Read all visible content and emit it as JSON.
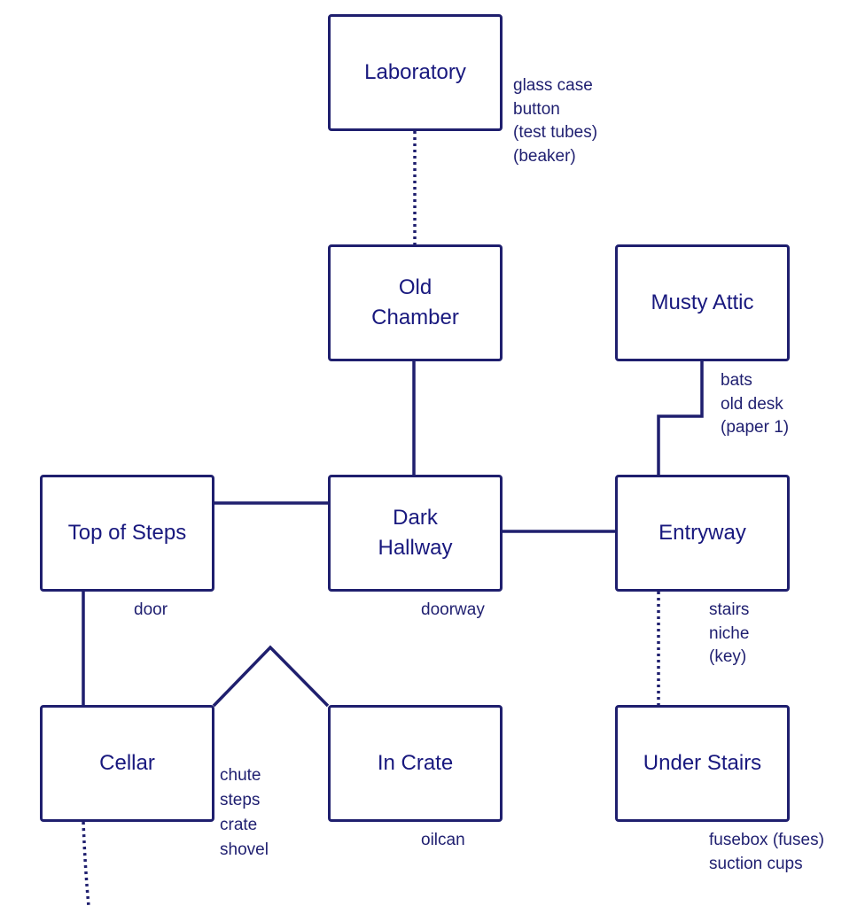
{
  "diagram": {
    "stroke_color": "#1f1f6e",
    "text_color": "#18187e",
    "rooms": [
      {
        "id": "laboratory",
        "label": "Laboratory"
      },
      {
        "id": "old-chamber",
        "label": "Old\nChamber"
      },
      {
        "id": "musty-attic",
        "label": "Musty Attic"
      },
      {
        "id": "top-of-steps",
        "label": "Top of Steps"
      },
      {
        "id": "dark-hallway",
        "label": "Dark\nHallway"
      },
      {
        "id": "entryway",
        "label": "Entryway"
      },
      {
        "id": "cellar",
        "label": "Cellar"
      },
      {
        "id": "in-crate",
        "label": "In Crate"
      },
      {
        "id": "under-stairs",
        "label": "Under Stairs"
      }
    ],
    "notes": {
      "laboratory": [
        "glass case",
        "button",
        "(test tubes)",
        "(beaker)"
      ],
      "musty_attic": [
        "bats",
        "old desk",
        "(paper 1)"
      ],
      "top_of_steps": [
        "door"
      ],
      "dark_hallway": [
        "doorway"
      ],
      "entryway": [
        "stairs",
        "niche",
        "(key)"
      ],
      "cellar": [
        "chute",
        "steps",
        "crate",
        "shovel"
      ],
      "in_crate": [
        "oilcan"
      ],
      "under_stairs": [
        "fusebox (fuses)",
        "suction cups"
      ]
    },
    "connections": [
      {
        "from": "laboratory",
        "to": "old-chamber",
        "style": "dotted"
      },
      {
        "from": "old-chamber",
        "to": "dark-hallway",
        "style": "solid"
      },
      {
        "from": "musty-attic",
        "to": "entryway",
        "style": "solid"
      },
      {
        "from": "top-of-steps",
        "to": "dark-hallway",
        "style": "solid"
      },
      {
        "from": "dark-hallway",
        "to": "entryway",
        "style": "solid"
      },
      {
        "from": "top-of-steps",
        "to": "cellar",
        "style": "solid"
      },
      {
        "from": "cellar",
        "to": "in-crate",
        "style": "solid"
      },
      {
        "from": "entryway",
        "to": "under-stairs",
        "style": "dotted"
      },
      {
        "from": "cellar",
        "to": "off-map",
        "style": "dotted"
      }
    ]
  }
}
